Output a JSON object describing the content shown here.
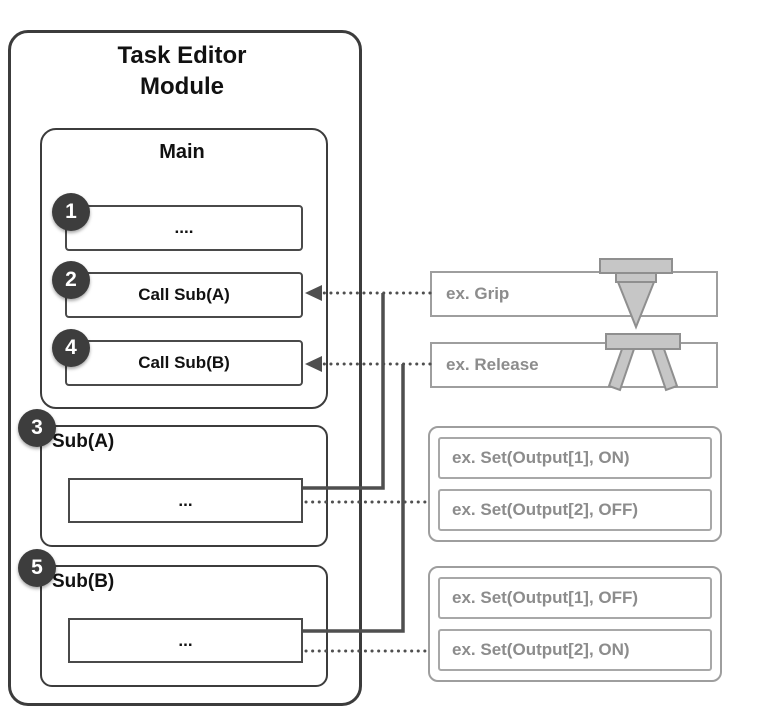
{
  "colors": {
    "line": "#4f4f4f",
    "box_border_dark": "#3c3c3c",
    "box_border_light": "#9e9e9e",
    "muted_text": "#8c8c8c",
    "badge_bg": "#3d3d3d",
    "icon_fill": "#c6c6c6"
  },
  "module": {
    "title": "Task Editor\nModule",
    "main": {
      "title": "Main",
      "steps": [
        {
          "badge": "1",
          "label": "...."
        },
        {
          "badge": "2",
          "label": "Call Sub(A)"
        },
        {
          "badge": "4",
          "label": "Call Sub(B)"
        }
      ]
    },
    "subs": [
      {
        "badge": "3",
        "title": "Sub(A)",
        "body": "..."
      },
      {
        "badge": "5",
        "title": "Sub(B)",
        "body": "..."
      }
    ]
  },
  "annotations": {
    "grip": "ex. Grip",
    "release": "ex. Release",
    "sub_a_examples": [
      "ex. Set(Output[1], ON)",
      "ex. Set(Output[2], OFF)"
    ],
    "sub_b_examples": [
      "ex. Set(Output[1], OFF)",
      "ex. Set(Output[2], ON)"
    ]
  },
  "icons": {
    "grip": "gripper-closed-icon",
    "release": "gripper-open-icon"
  }
}
